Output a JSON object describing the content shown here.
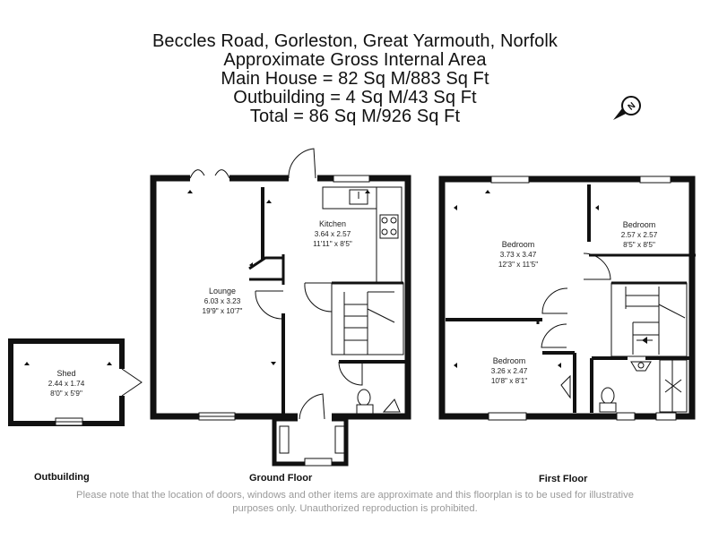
{
  "header": {
    "address": "Beccles Road, Gorleston, Great Yarmouth, Norfolk",
    "area_title": "Approximate Gross Internal Area",
    "main_house": "Main House = 82 Sq M/883 Sq Ft",
    "outbuilding": "Outbuilding = 4 Sq M/43 Sq Ft",
    "total": "Total = 86 Sq M/926 Sq Ft"
  },
  "compass": {
    "letter": "N"
  },
  "rooms": {
    "kitchen": {
      "name": "Kitchen",
      "metric": "3.64 x 2.57",
      "imperial": "11'11\" x 8'5\""
    },
    "lounge": {
      "name": "Lounge",
      "metric": "6.03 x 3.23",
      "imperial": "19'9\" x 10'7\""
    },
    "shed": {
      "name": "Shed",
      "metric": "2.44 x 1.74",
      "imperial": "8'0\" x 5'9\""
    },
    "bedroom1": {
      "name": "Bedroom",
      "metric": "3.73 x 3.47",
      "imperial": "12'3\" x 11'5\""
    },
    "bedroom2": {
      "name": "Bedroom",
      "metric": "2.57 x 2.57",
      "imperial": "8'5\" x 8'5\""
    },
    "bedroom3": {
      "name": "Bedroom",
      "metric": "3.26 x 2.47",
      "imperial": "10'8\" x 8'1\""
    }
  },
  "labels": {
    "outbuilding": "Outbuilding",
    "ground_floor": "Ground Floor",
    "first_floor": "First Floor"
  },
  "disclaimer": {
    "line1": "Please note that the location of doors, windows and other items are approximate and this floorplan is to be used for illustrative",
    "line2": "purposes only. Unauthorized reproduction is prohibited."
  },
  "colors": {
    "wall": "#111111",
    "disclaimer": "#9a9a9a"
  }
}
